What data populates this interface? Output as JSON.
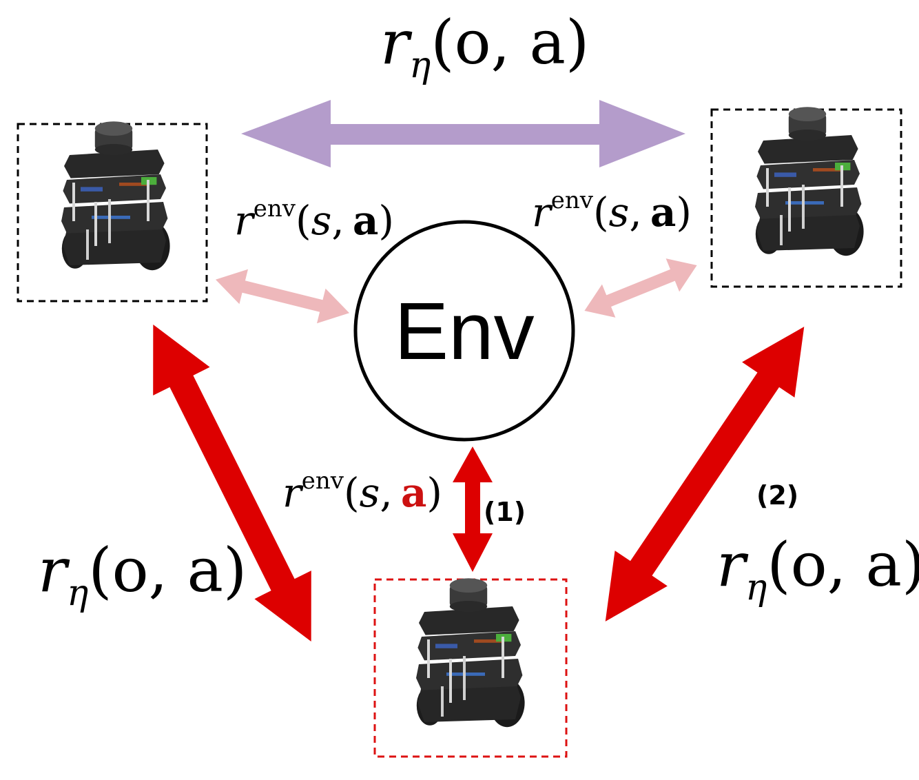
{
  "labels": {
    "top_reward": {
      "r": "r",
      "sub": "η",
      "args": "(o, a)"
    },
    "left_reward": {
      "r": "r",
      "sub": "η",
      "args": "(o, a)"
    },
    "right_reward": {
      "r": "r",
      "sub": "η",
      "args": "(o, a)"
    },
    "env_reward_left": {
      "r": "r",
      "sup": "env",
      "open": "(",
      "s": "s",
      "comma": ",",
      "a": "a",
      "close": ")"
    },
    "env_reward_right": {
      "r": "r",
      "sup": "env",
      "open": "(",
      "s": "s",
      "comma": ",",
      "a": "a",
      "close": ")"
    },
    "env_reward_bottom": {
      "r": "r",
      "sup": "env",
      "open": "(",
      "s": "s",
      "comma": ",",
      "a": "a",
      "close": ")"
    },
    "env_node": "Env",
    "step_1": "(1)",
    "step_2": "(2)"
  },
  "icons": {
    "robot_left": "turtlebot-robot-icon",
    "robot_right": "turtlebot-robot-icon",
    "robot_bottom": "turtlebot-robot-icon"
  },
  "colors": {
    "purple_arrow": "#b49ccb",
    "pink_arrow": "#eeb8bb",
    "red_arrow": "#dd0000",
    "highlight_red": "#cc1111",
    "box_black": "#000000",
    "box_red": "#dd1111"
  }
}
